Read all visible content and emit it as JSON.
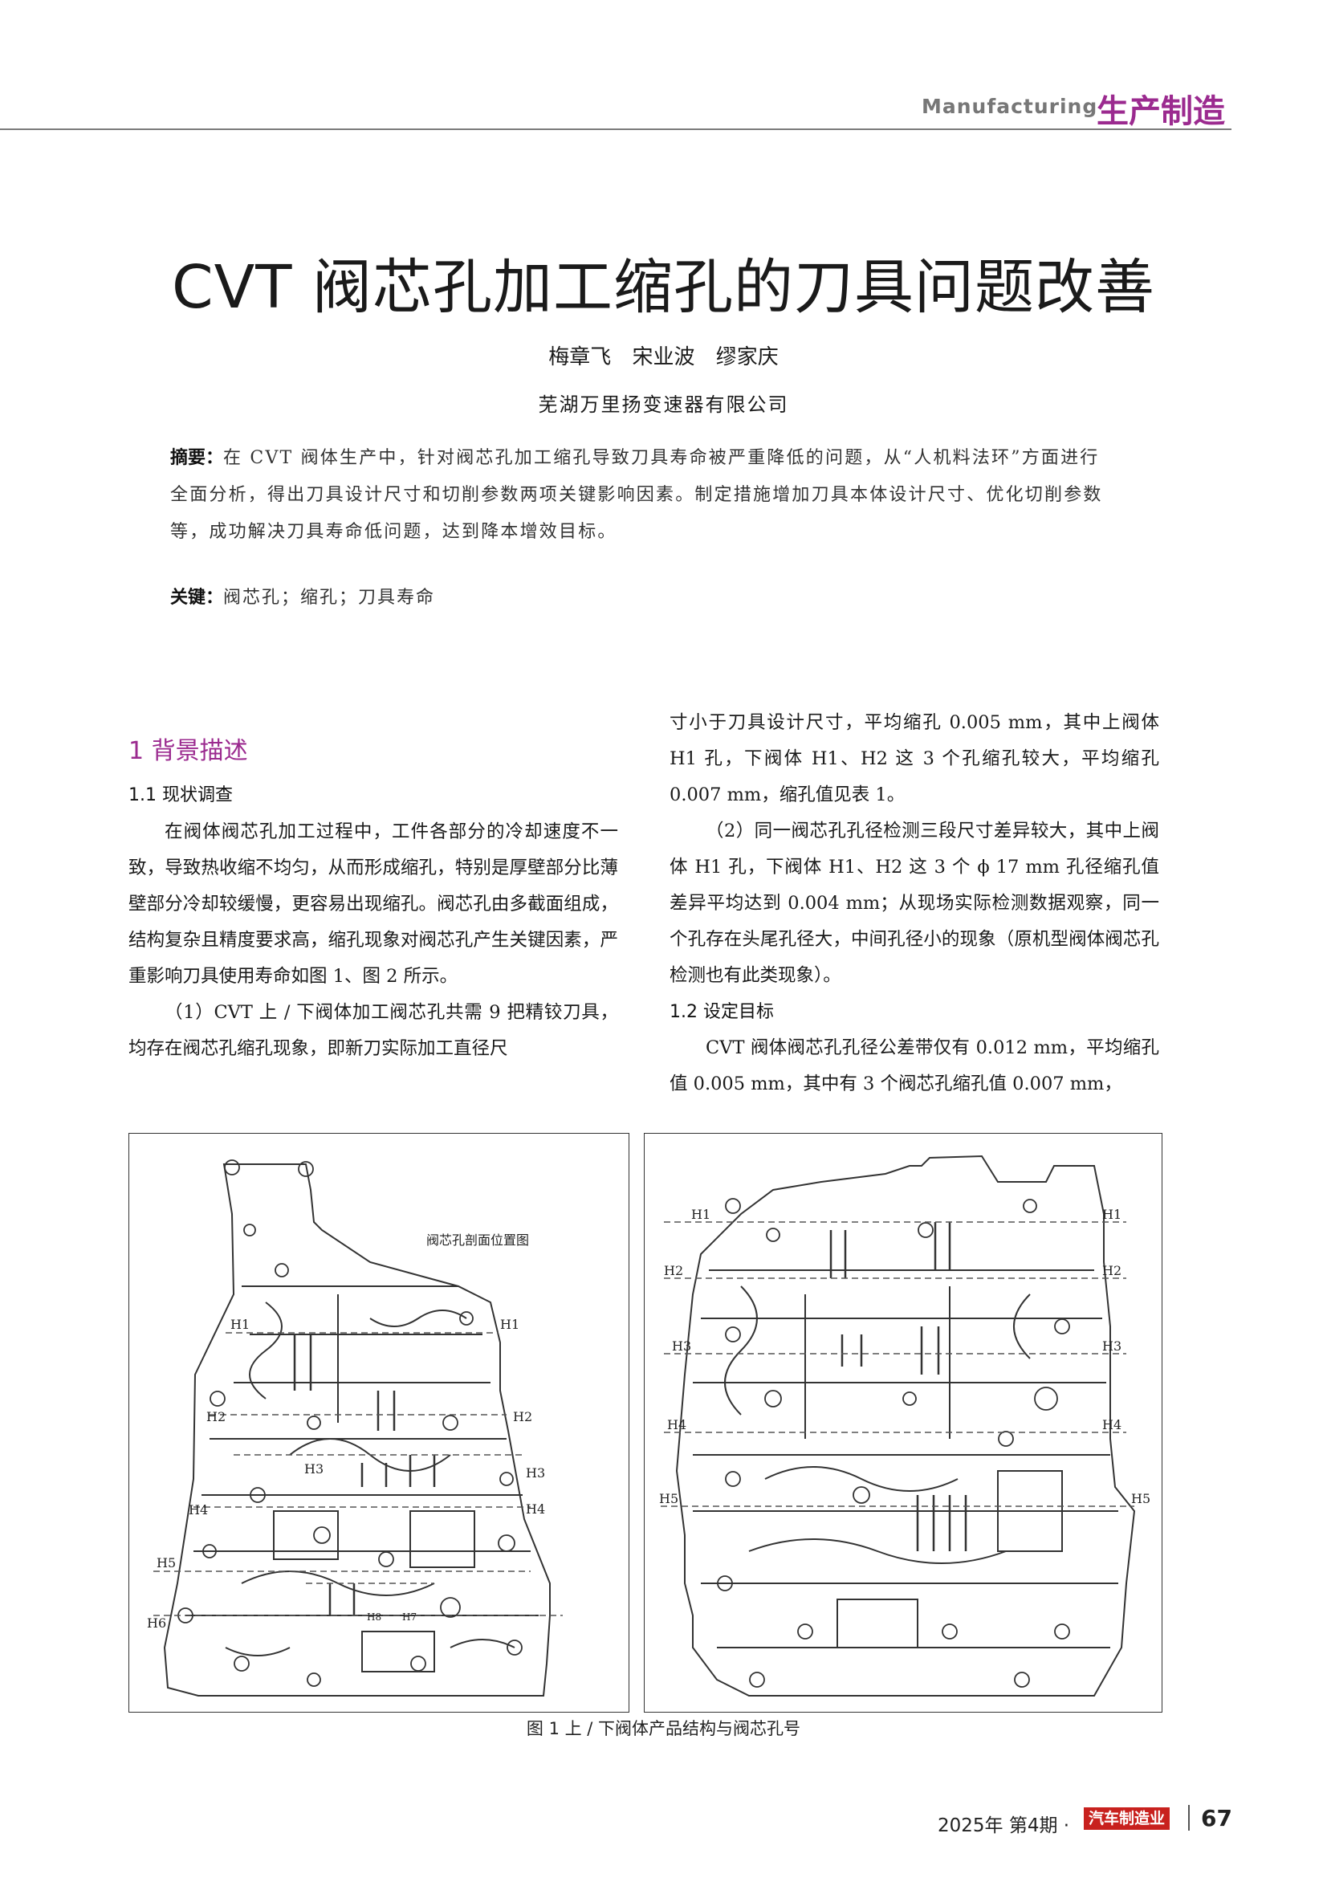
{
  "header": {
    "section_en": "Manufacturing",
    "section_zh": "生产制造"
  },
  "article": {
    "title": "CVT 阀芯孔加工缩孔的刀具问题改善",
    "authors": "梅章飞 宋业波 缪家庆",
    "affiliation": "芜湖万里扬变速器有限公司",
    "abstract_label": "摘要：",
    "abstract_text": "在 CVT 阀体生产中，针对阀芯孔加工缩孔导致刀具寿命被严重降低的问题，从“人机料法环”方面进行全面分析，得出刀具设计尺寸和切削参数两项关键影响因素。制定措施增加刀具本体设计尺寸、优化切削参数等，成功解决刀具寿命低问题，达到降本增效目标。",
    "keywords_label": "关键：",
    "keywords_text": "阀芯孔；缩孔；刀具寿命"
  },
  "body": {
    "section1_title": "1 背景描述",
    "sub11_title": "1.1 现状调查",
    "left_p1": "在阀体阀芯孔加工过程中，工件各部分的冷却速度不一致，导致热收缩不均匀，从而形成缩孔，特别是厚壁部分比薄壁部分冷却较缓慢，更容易出现缩孔。阀芯孔由多截面组成，结构复杂且精度要求高，缩孔现象对阀芯孔产生关键因素，严重影响刀具使用寿命如图 1、图 2 所示。",
    "left_p2": "（1）CVT 上 / 下阀体加工阀芯孔共需 9 把精铰刀具，均存在阀芯孔缩孔现象，即新刀实际加工直径尺",
    "right_p1": "寸小于刀具设计尺寸，平均缩孔 0.005 mm，其中上阀体 H1 孔，下阀体 H1、H2 这 3 个孔缩孔较大，平均缩孔 0.007 mm，缩孔值见表 1。",
    "right_p2": "（2）同一阀芯孔孔径检测三段尺寸差异较大，其中上阀体 H1 孔，下阀体 H1、H2 这 3 个 ϕ 17 mm 孔径缩孔值差异平均达到 0.004 mm；从现场实际检测数据观察，同一个孔存在头尾孔径大，中间孔径小的现象（原机型阀体阀芯孔检测也有此类现象）。",
    "sub12_title": "1.2 设定目标",
    "right_p3": "CVT 阀体阀芯孔孔径公差带仅有 0.012 mm，平均缩孔值 0.005 mm，其中有 3 个阀芯孔缩孔值 0.007 mm，"
  },
  "figure": {
    "left_annotation": "阀芯孔剖面位置图",
    "left_labels": [
      "H1",
      "H1",
      "H2",
      "H2",
      "H3",
      "H3",
      "H4",
      "H4",
      "H5",
      "H6",
      "H7",
      "H8"
    ],
    "right_labels": [
      "H1",
      "H1",
      "H2",
      "H2",
      "H3",
      "H3",
      "H4",
      "H4",
      "H5",
      "H5"
    ],
    "caption": "图 1 上 / 下阀体产品结构与阀芯孔号"
  },
  "footer": {
    "issue": "2025年 第4期 ·",
    "magazine": "汽车制造业",
    "page": "67"
  }
}
